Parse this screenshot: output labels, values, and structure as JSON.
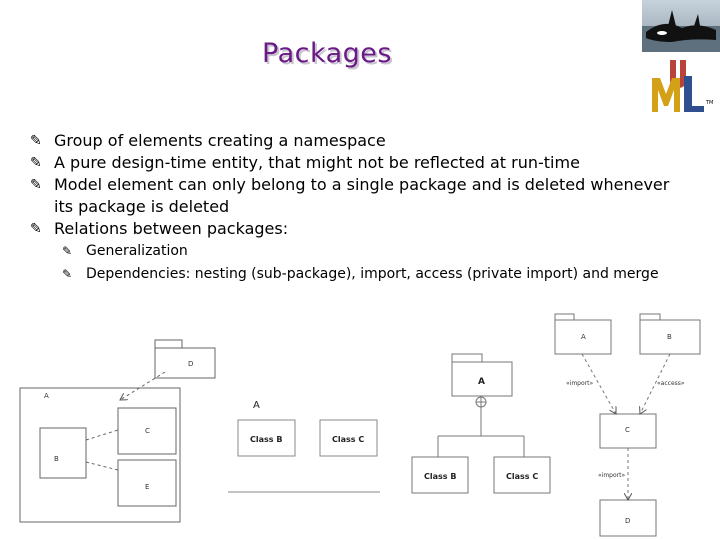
{
  "slide": {
    "title": "Packages",
    "bullets": [
      "Group of elements creating a namespace",
      "A pure design-time entity, that might not be reflected at run-time",
      "Model element can only belong to a single package and is deleted whenever its package is deleted",
      "Relations between packages:"
    ],
    "sub_bullets": [
      "Generalization",
      "Dependencies: nesting (sub-package), import, access (private import) and merge"
    ]
  },
  "diagram_nesting": {
    "d": "D",
    "a": "A",
    "b": "B",
    "c": "C",
    "e": "E"
  },
  "diagram_classes": {
    "a": "A",
    "class_b": "Class B",
    "class_c": "Class C"
  },
  "diagram_generalization": {
    "a": "A",
    "class_b": "Class B",
    "class_c": "Class C"
  },
  "diagram_dependencies": {
    "a": "A",
    "b": "B",
    "c": "C",
    "d": "D",
    "import1": "«import»",
    "access": "«access»",
    "import2": "«import»"
  },
  "icons": {
    "bullet": "pen-bullet-icon"
  }
}
